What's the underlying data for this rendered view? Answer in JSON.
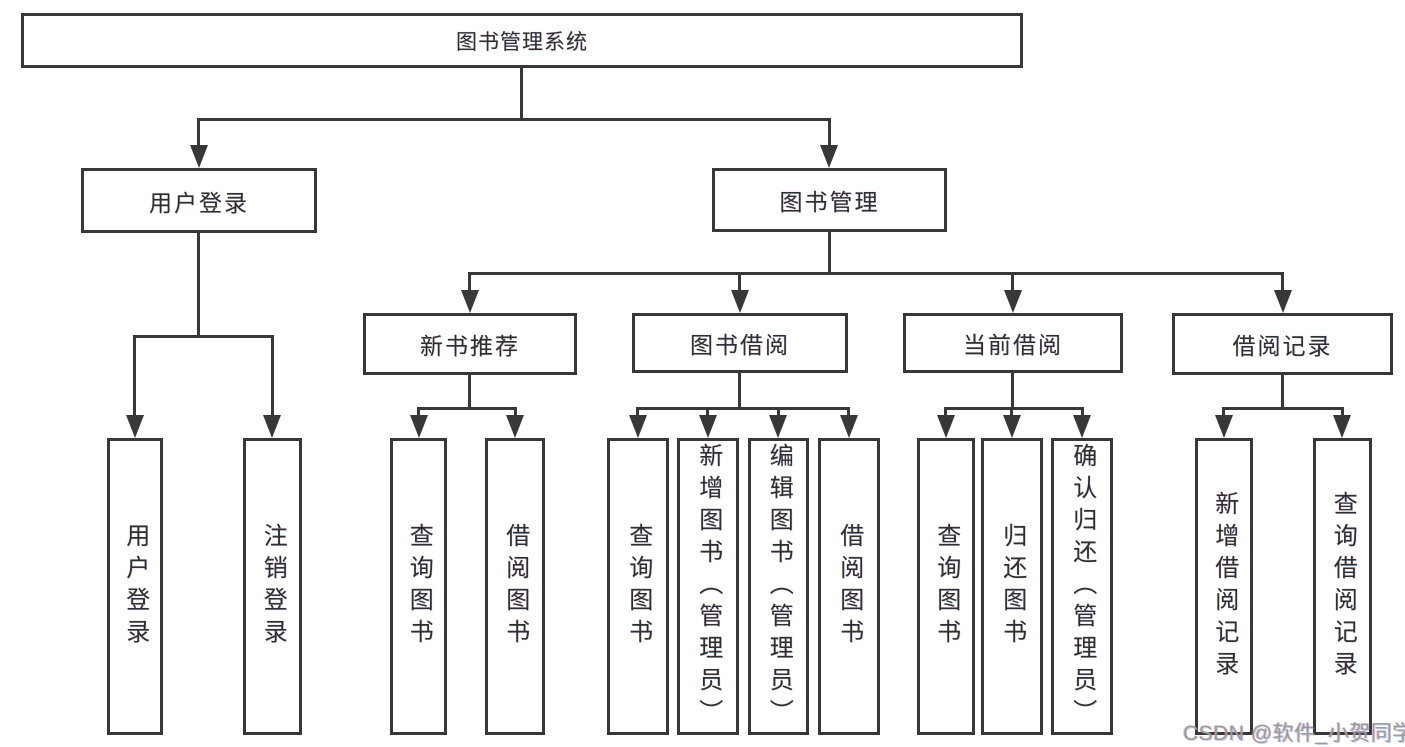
{
  "tree": {
    "label": "图书管理系统",
    "children": [
      {
        "label": "用户登录",
        "children": [
          {
            "label": "用户登录"
          },
          {
            "label": "注销登录"
          }
        ]
      },
      {
        "label": "图书管理",
        "children": [
          {
            "label": "新书推荐",
            "children": [
              {
                "label": "查询图书"
              },
              {
                "label": "借阅图书"
              }
            ]
          },
          {
            "label": "图书借阅",
            "children": [
              {
                "label": "查询图书"
              },
              {
                "label": "新增图书（管理员）"
              },
              {
                "label": "编辑图书（管理员）"
              },
              {
                "label": "借阅图书"
              }
            ]
          },
          {
            "label": "当前借阅",
            "children": [
              {
                "label": "查询图书"
              },
              {
                "label": "归还图书"
              },
              {
                "label": "确认归还（管理员）"
              }
            ]
          },
          {
            "label": "借阅记录",
            "children": [
              {
                "label": "新增借阅记录"
              },
              {
                "label": "查询借阅记录"
              }
            ]
          }
        ]
      }
    ]
  },
  "watermark": {
    "text": "CSDN @软件_小贺同学"
  },
  "colors": {
    "line": "#383838",
    "text": "#2f2f2f",
    "background": "#ffffff",
    "watermark": "#9b9b9b"
  }
}
